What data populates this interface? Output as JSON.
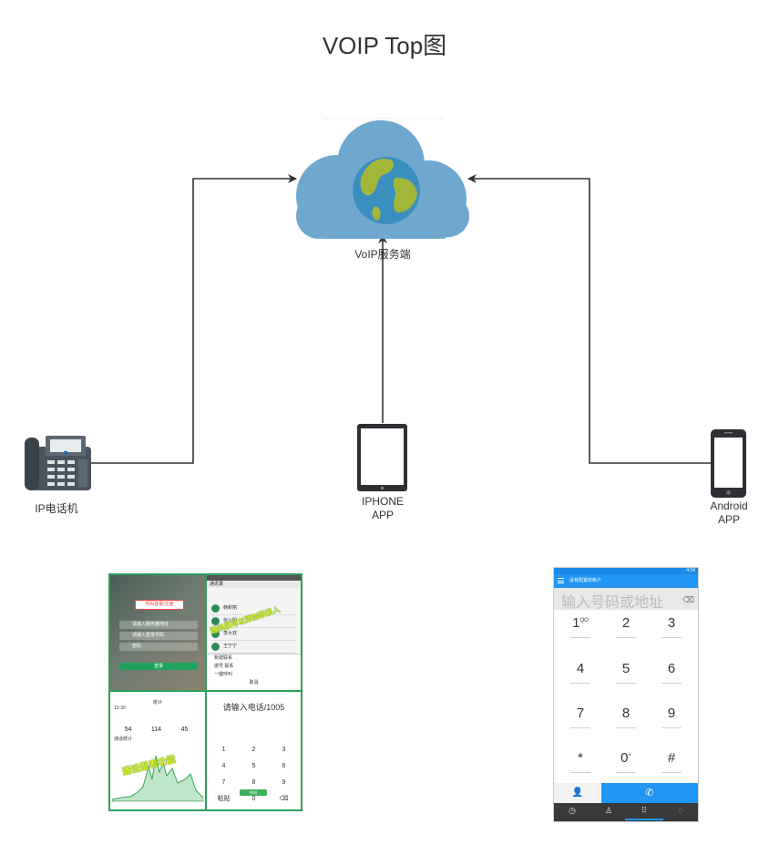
{
  "diagram": {
    "title": "VOIP Top图",
    "nodes": {
      "server": {
        "label": "VoIP服务端",
        "icon": "cloud-globe-icon"
      },
      "ip_phone": {
        "label": "IP电话机",
        "icon": "desk-phone-icon"
      },
      "iphone": {
        "label_line1": "IPHONE",
        "label_line2": "APP",
        "icon": "tablet-icon"
      },
      "android": {
        "label_line1": "Android",
        "label_line2": "APP",
        "icon": "smartphone-icon"
      }
    },
    "edges": [
      {
        "from": "ip_phone",
        "to": "server"
      },
      {
        "from": "iphone",
        "to": "server"
      },
      {
        "from": "android",
        "to": "server"
      }
    ],
    "colors": {
      "cloud": "#6fa8cf",
      "globe_ocean": "#3b8fbf",
      "globe_land": "#a2b63a",
      "line": "#333333"
    }
  },
  "ios_screenshot": {
    "login": {
      "banner": "号码登录/注册",
      "field1": "请输入服务器地址",
      "field2": "请输入登录号码",
      "field3": "密码",
      "button": "登录"
    },
    "contacts": {
      "header": "通讯录",
      "items": [
        "韩新丽",
        "张小明",
        "李大双",
        "王宁宁"
      ],
      "sheet": [
        "新建联系",
        "拨号 联系",
        "一键呼叫"
      ],
      "cancel": "取消"
    },
    "stats": {
      "header": "统计",
      "date": "12-30",
      "values": [
        "54",
        "114",
        "45"
      ],
      "section": "通话统计"
    },
    "dialpad": {
      "input": "请输入电话/1005",
      "keys": [
        "1",
        "2",
        "3",
        "4",
        "5",
        "6",
        "7",
        "8",
        "9",
        "粘贴",
        "0",
        "⌫"
      ],
      "call": "呼叫"
    },
    "watermarks": [
      "通讯录可以添加联系人",
      "通话报表功能"
    ]
  },
  "android_screenshot": {
    "status_time": "4:34",
    "account": "没有配置的帐户",
    "placeholder": "输入号码或地址",
    "keys": [
      {
        "main": "1",
        "sub": "QO"
      },
      {
        "main": "2",
        "sub": ""
      },
      {
        "main": "3",
        "sub": ""
      },
      {
        "main": "4",
        "sub": ""
      },
      {
        "main": "5",
        "sub": ""
      },
      {
        "main": "6",
        "sub": ""
      },
      {
        "main": "7",
        "sub": ""
      },
      {
        "main": "8",
        "sub": ""
      },
      {
        "main": "9",
        "sub": ""
      },
      {
        "main": "*",
        "sub": ""
      },
      {
        "main": "0",
        "sub": "+"
      },
      {
        "main": "#",
        "sub": ""
      }
    ],
    "bottom_tabs": [
      "history-icon",
      "contacts-icon",
      "dialpad-icon",
      "chat-icon"
    ]
  }
}
